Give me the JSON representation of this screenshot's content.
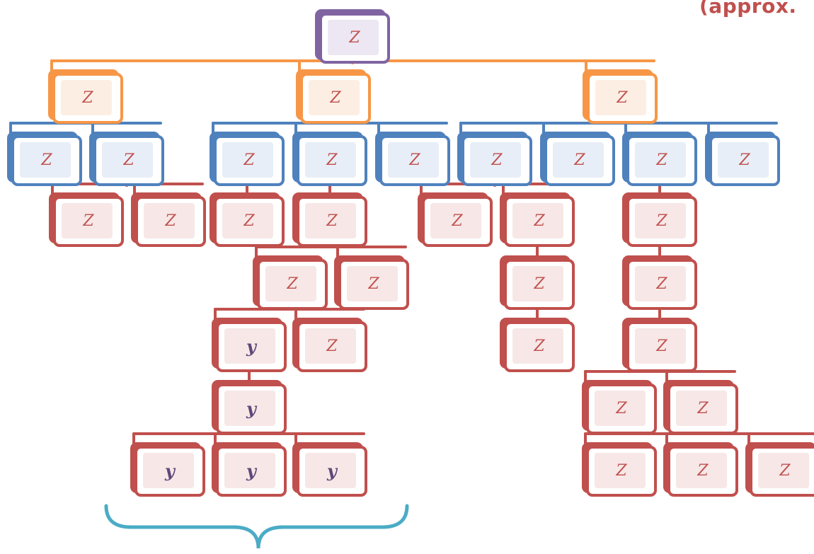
{
  "colors": {
    "root": "#8064a2",
    "level1": "#f79646",
    "level2": "#4f81bd",
    "deep": "#c0504d",
    "brace": "#4bacc6",
    "z_text": "#c0504d",
    "y_text": "#5f497a"
  },
  "corner_note": {
    "paren": "(",
    "word": "approx."
  },
  "nodes": [
    {
      "id": "root",
      "label": "Z",
      "kind": "root",
      "parent": null
    },
    {
      "id": "l1a",
      "label": "Z",
      "kind": "level1",
      "parent": "root"
    },
    {
      "id": "l1b",
      "label": "Z",
      "kind": "level1",
      "parent": "root"
    },
    {
      "id": "l1c",
      "label": "Z",
      "kind": "level1",
      "parent": "root"
    },
    {
      "id": "a1",
      "label": "Z",
      "kind": "level2",
      "parent": "l1a"
    },
    {
      "id": "a2",
      "label": "Z",
      "kind": "level2",
      "parent": "l1a"
    },
    {
      "id": "a2x",
      "label": "Z",
      "kind": "deep",
      "parent": "a2"
    },
    {
      "id": "a2y",
      "label": "Z",
      "kind": "deep",
      "parent": "a2"
    },
    {
      "id": "b1",
      "label": "Z",
      "kind": "level2",
      "parent": "l1b"
    },
    {
      "id": "b2",
      "label": "Z",
      "kind": "level2",
      "parent": "l1b"
    },
    {
      "id": "b3",
      "label": "Z",
      "kind": "level2",
      "parent": "l1b"
    },
    {
      "id": "b1x",
      "label": "Z",
      "kind": "deep",
      "parent": "b1"
    },
    {
      "id": "b2x",
      "label": "Z",
      "kind": "deep",
      "parent": "b2"
    },
    {
      "id": "b2x1",
      "label": "Z",
      "kind": "deep",
      "parent": "b2x"
    },
    {
      "id": "b2x2",
      "label": "Z",
      "kind": "deep",
      "parent": "b2x"
    },
    {
      "id": "b2x1a",
      "label": "y",
      "kind": "deep",
      "parent": "b2x1"
    },
    {
      "id": "b2x1b",
      "label": "Z",
      "kind": "deep",
      "parent": "b2x1"
    },
    {
      "id": "b2x1a1",
      "label": "y",
      "kind": "deep",
      "parent": "b2x1a"
    },
    {
      "id": "y1",
      "label": "y",
      "kind": "deep",
      "parent": "b2x1a1"
    },
    {
      "id": "y2",
      "label": "y",
      "kind": "deep",
      "parent": "b2x1a1"
    },
    {
      "id": "y3",
      "label": "y",
      "kind": "deep",
      "parent": "b2x1a1"
    },
    {
      "id": "c1",
      "label": "Z",
      "kind": "level2",
      "parent": "l1c"
    },
    {
      "id": "c2",
      "label": "Z",
      "kind": "level2",
      "parent": "l1c"
    },
    {
      "id": "c3",
      "label": "Z",
      "kind": "level2",
      "parent": "l1c"
    },
    {
      "id": "c4",
      "label": "Z",
      "kind": "level2",
      "parent": "l1c"
    },
    {
      "id": "c1x",
      "label": "Z",
      "kind": "deep",
      "parent": "c1"
    },
    {
      "id": "c1y",
      "label": "Z",
      "kind": "deep",
      "parent": "c1"
    },
    {
      "id": "c1y1",
      "label": "Z",
      "kind": "deep",
      "parent": "c1y"
    },
    {
      "id": "c1y2",
      "label": "Z",
      "kind": "deep",
      "parent": "c1y1"
    },
    {
      "id": "c3x",
      "label": "Z",
      "kind": "deep",
      "parent": "c3"
    },
    {
      "id": "c3x1",
      "label": "Z",
      "kind": "deep",
      "parent": "c3x"
    },
    {
      "id": "c3x2",
      "label": "Z",
      "kind": "deep",
      "parent": "c3x1"
    },
    {
      "id": "c3x2a",
      "label": "Z",
      "kind": "deep",
      "parent": "c3x2"
    },
    {
      "id": "c3x2b",
      "label": "Z",
      "kind": "deep",
      "parent": "c3x2"
    },
    {
      "id": "c3x2b1",
      "label": "Z",
      "kind": "deep",
      "parent": "c3x2b"
    },
    {
      "id": "c3x2b2",
      "label": "Z",
      "kind": "deep",
      "parent": "c3x2b"
    },
    {
      "id": "c3x2b3",
      "label": "Z",
      "kind": "deep",
      "parent": "c3x2b"
    }
  ]
}
